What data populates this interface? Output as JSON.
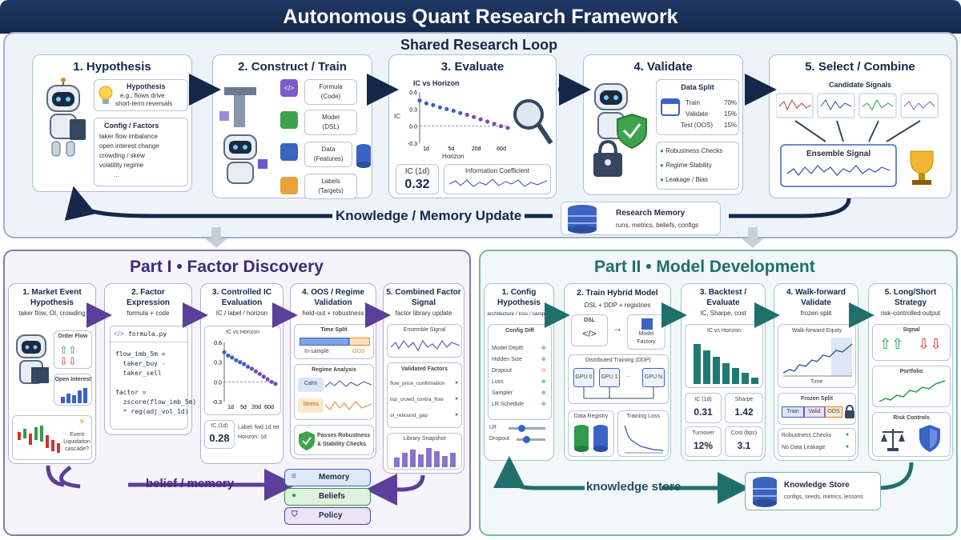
{
  "title": "Autonomous Quant Research Framework",
  "shared": {
    "heading": "Shared Research Loop",
    "steps": [
      {
        "title": "1. Hypothesis",
        "hyp_label": "Hypothesis",
        "hyp_text1": "e.g., flows drive",
        "hyp_text2": "short-term reversals",
        "cfg_title": "Config / Factors",
        "cfg_items": [
          "taker flow imbalance",
          "open interest change",
          "crowding / skew",
          "volatility regime",
          "..."
        ]
      },
      {
        "title": "2. Construct / Train",
        "items": [
          {
            "name": "Formula",
            "sub": "(Code)"
          },
          {
            "name": "Model",
            "sub": "(DSL)"
          },
          {
            "name": "Data",
            "sub": "(Features)"
          },
          {
            "name": "Labels",
            "sub": "(Targets)"
          }
        ]
      },
      {
        "title": "3. Evaluate",
        "chart_title": "IC vs Horizon",
        "ylabel": "IC",
        "xlabel": "Horizon",
        "ic_label": "IC (1d)",
        "ic_value": "0.32",
        "ic_series_title": "Information Coefficient"
      },
      {
        "title": "4. Validate",
        "split_title": "Data Split",
        "split": [
          {
            "name": "Train",
            "pct": "70%"
          },
          {
            "name": "Validate",
            "pct": "15%"
          },
          {
            "name": "Test (OOS)",
            "pct": "15%"
          }
        ],
        "checks": [
          "Robustness Checks",
          "Regime Stability",
          "Leakage / Bias"
        ]
      },
      {
        "title": "5. Select / Combine",
        "candidates": "Candidate Signals",
        "ensemble": "Ensemble Signal"
      }
    ],
    "memory_update": "Knowledge / Memory Update",
    "research_memory": "Research Memory",
    "research_memory_sub": "runs, metrics, beliefs, configs"
  },
  "part1": {
    "title": "Part I • Factor Discovery",
    "steps": [
      {
        "title1": "1. Market Event",
        "title2": "Hypothesis",
        "sub": "taker flow, OI, crowding",
        "order_flow": "Order Flow",
        "open_interest": "Open Interest",
        "event1": "Event:",
        "event2": "Liquidation",
        "event3": "cascade?"
      },
      {
        "title1": "2. Factor",
        "title2": "Expression",
        "sub": "formula + code",
        "file": "formula.py",
        "code": [
          "flow_imb_5m =",
          "  taker_buy -",
          "  taker_sell",
          "",
          "factor =",
          "  zscore(flow_imb_5m)",
          "  * reg(adj_vol_1d)"
        ]
      },
      {
        "title1": "3. Controlled IC",
        "title2": "Evaluation",
        "sub": "IC / label / horizon",
        "chart_title": "IC vs Horizon",
        "ic_label": "IC (1d)",
        "ic_value": "0.28",
        "label_info1": "Label: fwd 1d ret",
        "label_info2": "Horizon: 1d"
      },
      {
        "title1": "4. OOS / Regime",
        "title2": "Validation",
        "sub": "held-out + robustness",
        "time_split": "Time Split",
        "in_sample": "In-sample",
        "oos": "OOS",
        "regime": "Regime Analysis",
        "calm": "Calm",
        "stress": "Stress",
        "passes1": "Passes Robustness",
        "passes2": "& Stability Checks"
      },
      {
        "title1": "5. Combined Factor",
        "title2": "Signal",
        "sub": "factor library update",
        "ensemble": "Ensemble Signal",
        "validated": "Validated Factors",
        "factors": [
          "flow_price_confirmation",
          "top_crowd_contra_flow",
          "oi_rebound_gap"
        ],
        "library": "Library Snapshot"
      }
    ],
    "belief_memory": "belief / memory",
    "stack": [
      "Memory",
      "Beliefs",
      "Policy"
    ]
  },
  "part2": {
    "title": "Part II • Model Development",
    "steps": [
      {
        "title1": "1. Config",
        "title2": "Hypothesis",
        "sub": "architecture / loss / sampler",
        "diff": "Config Diff",
        "rows": [
          "Model Depth",
          "Hidden Size",
          "Dropout",
          "Loss",
          "Sampler",
          "LR Schedule"
        ],
        "lr": "LR",
        "dropout": "Dropout"
      },
      {
        "title1": "2. Train Hybrid Model",
        "sub": "DSL + DDP + registries",
        "dsl": "DSL",
        "factory1": "Model",
        "factory2": "Factory",
        "ddp": "Distributed Training (DDP)",
        "gpus": [
          "GPU 0",
          "GPU 1",
          "...",
          "GPU N"
        ],
        "registry": "Data Registry",
        "loss": "Training Loss"
      },
      {
        "title1": "3. Backtest /",
        "title2": "Evaluate",
        "sub": "IC, Sharpe, cost",
        "chart_title": "IC vs Horizon",
        "metrics": [
          {
            "label": "IC (1d)",
            "value": "0.31"
          },
          {
            "label": "Sharpe",
            "value": "1.42"
          },
          {
            "label": "Turnover",
            "value": "12%"
          },
          {
            "label": "Cost (bps)",
            "value": "3.1"
          }
        ]
      },
      {
        "title1": "4. Walk-forward",
        "title2": "Validate",
        "sub": "frozen split",
        "equity": "Walk-forward Equity",
        "time": "Time",
        "frozen": "Frozen Split",
        "split": [
          "Train",
          "Valid",
          "OOS"
        ],
        "checks": [
          "Robustness Checks",
          "No Data Leakage"
        ]
      },
      {
        "title1": "5. Long/Short",
        "title2": "Strategy",
        "sub": "risk-controlled output",
        "signal": "Signal",
        "portfolio": "Portfolio",
        "risk": "Risk Controls"
      }
    ],
    "knowledge_store_arrow": "knowledge store",
    "knowledge_store": "Knowledge Store",
    "knowledge_store_sub": "configs, seeds, metrics, lessons"
  },
  "chart_data": {
    "type": "scatter",
    "title": "IC vs Horizon",
    "ylabel": "IC",
    "xlabel": "Horizon",
    "x_ticks": [
      "1d",
      "5d",
      "20d",
      "60d"
    ],
    "y_ticks": [
      "0.6",
      "0.3",
      "0.0",
      "-0.3"
    ],
    "ylim": [
      -0.3,
      0.6
    ],
    "x": [
      0,
      1,
      2,
      3,
      4,
      5,
      6,
      7,
      8,
      9,
      10,
      11,
      12,
      13
    ],
    "y": [
      0.45,
      0.4,
      0.37,
      0.33,
      0.3,
      0.27,
      0.23,
      0.2,
      0.16,
      0.12,
      0.08,
      0.04,
      0.0,
      -0.03
    ]
  },
  "colors": {
    "navy": "#14284a",
    "purple": "#5b3f9a",
    "teal": "#1f6f6a",
    "green": "#2e9b4d",
    "red": "#d0342c",
    "orange": "#e8821e",
    "blue": "#3a63c4"
  }
}
